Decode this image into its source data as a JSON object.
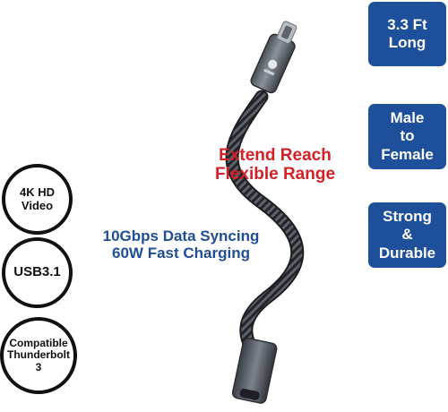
{
  "badges": {
    "length": [
      "3.3 Ft",
      "Long"
    ],
    "gender": [
      "Male",
      "to",
      "Female"
    ],
    "durability": [
      "Strong",
      "&",
      "Durable"
    ]
  },
  "features": {
    "video": [
      "4K HD",
      "Video"
    ],
    "usb": "USB3.1",
    "compat": [
      "Compatible",
      "Thunderbolt 3"
    ]
  },
  "headlines": {
    "red": [
      "Extend Reach",
      "Flexible Range"
    ],
    "blue": [
      "10Gbps Data Syncing",
      "60W Fast Charging"
    ]
  },
  "colors": {
    "badge": "#1e4f9b",
    "red": "#d42127",
    "blue": "#1f4e96"
  }
}
